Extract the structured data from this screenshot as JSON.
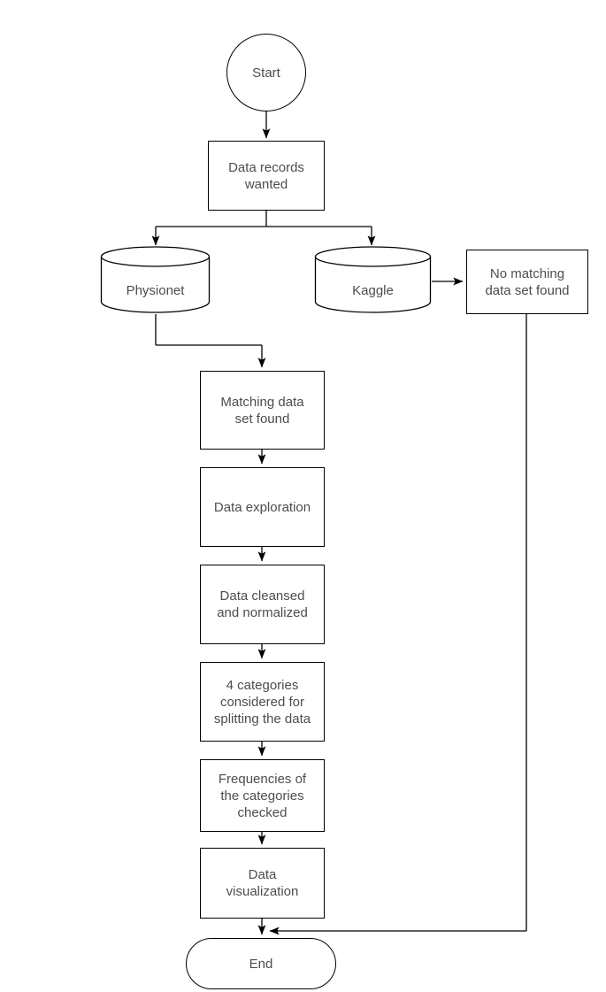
{
  "diagram": {
    "title": "Data workflow flowchart",
    "background_color": "#ffffff",
    "stroke_color": "#000000",
    "text_color": "#4d4d4d"
  },
  "nodes": {
    "start": {
      "label": "Start",
      "shape": "circle"
    },
    "data_records_wanted": {
      "label": "Data records\nwanted",
      "shape": "rectangle"
    },
    "physionet": {
      "label": "Physionet",
      "shape": "cylinder"
    },
    "kaggle": {
      "label": "Kaggle",
      "shape": "cylinder"
    },
    "no_matching": {
      "label": "No matching\ndata set found",
      "shape": "rectangle"
    },
    "matching_found": {
      "label": "Matching data\nset found",
      "shape": "rectangle"
    },
    "data_exploration": {
      "label": "Data exploration",
      "shape": "rectangle"
    },
    "data_cleansed": {
      "label": "Data cleansed\nand normalized",
      "shape": "rectangle"
    },
    "four_categories": {
      "label": "4 categories\nconsidered for\nsplitting the data",
      "shape": "rectangle"
    },
    "frequencies": {
      "label": "Frequencies of\nthe categories\nchecked",
      "shape": "rectangle"
    },
    "data_visualization": {
      "label": "Data\nvisualization",
      "shape": "rectangle"
    },
    "end": {
      "label": "End",
      "shape": "stadium"
    }
  },
  "edges": [
    {
      "from": "start",
      "to": "data_records_wanted"
    },
    {
      "from": "data_records_wanted",
      "to": "physionet"
    },
    {
      "from": "data_records_wanted",
      "to": "kaggle"
    },
    {
      "from": "kaggle",
      "to": "no_matching"
    },
    {
      "from": "physionet",
      "to": "matching_found"
    },
    {
      "from": "matching_found",
      "to": "data_exploration"
    },
    {
      "from": "data_exploration",
      "to": "data_cleansed"
    },
    {
      "from": "data_cleansed",
      "to": "four_categories"
    },
    {
      "from": "four_categories",
      "to": "frequencies"
    },
    {
      "from": "frequencies",
      "to": "data_visualization"
    },
    {
      "from": "data_visualization",
      "to": "end"
    },
    {
      "from": "no_matching",
      "to": "end"
    }
  ]
}
